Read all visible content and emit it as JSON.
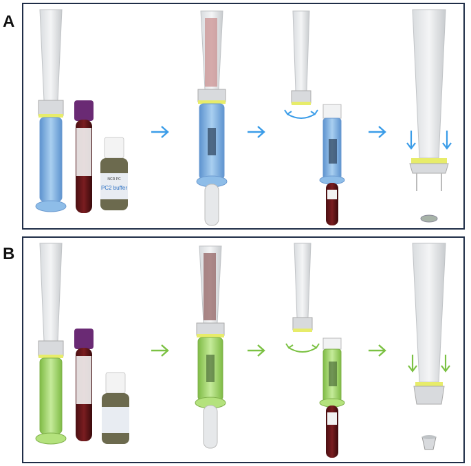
{
  "panels": [
    {
      "label": "A",
      "theme": "blue",
      "accent": "#3a9ce8",
      "liquid": "#7fb6e6",
      "liquid_dark": "#4a7fb8",
      "bottle_label": "PC2 buffer",
      "bottle_small": "NCR  PC"
    },
    {
      "label": "B",
      "theme": "green",
      "accent": "#7bc143",
      "liquid": "#a8dc72",
      "liquid_dark": "#6ea83c",
      "bottle_label": "",
      "bottle_small": ""
    }
  ],
  "arrows_per_panel": 3,
  "icons": [
    "right-arrow-icon",
    "rotate-icon",
    "down-arrow-icon"
  ]
}
